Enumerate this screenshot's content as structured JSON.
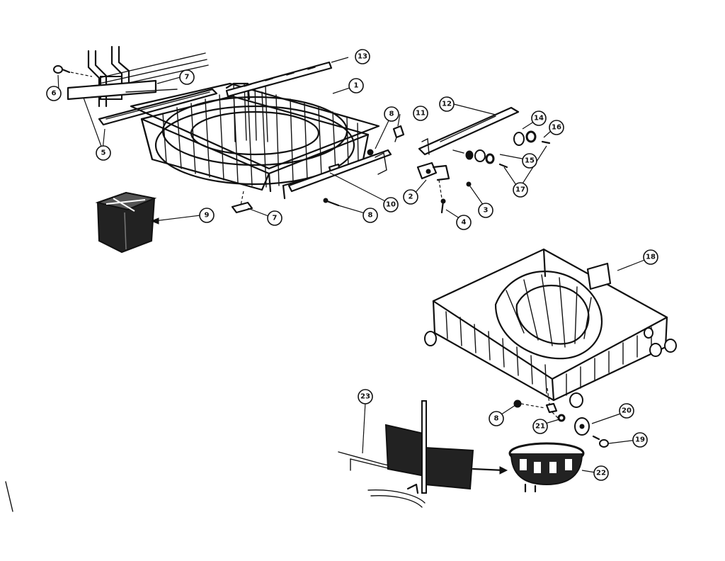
{
  "callouts": [
    {
      "id": "c1",
      "label": "1"
    },
    {
      "id": "c2",
      "label": "2"
    },
    {
      "id": "c3",
      "label": "3"
    },
    {
      "id": "c4",
      "label": "4"
    },
    {
      "id": "c5",
      "label": "5"
    },
    {
      "id": "c6",
      "label": "6"
    },
    {
      "id": "c7a",
      "label": "7"
    },
    {
      "id": "c7b",
      "label": "7"
    },
    {
      "id": "c8a",
      "label": "8"
    },
    {
      "id": "c8b",
      "label": "8"
    },
    {
      "id": "c8c",
      "label": "8"
    },
    {
      "id": "c9",
      "label": "9"
    },
    {
      "id": "c10",
      "label": "10"
    },
    {
      "id": "c11",
      "label": "11"
    },
    {
      "id": "c12",
      "label": "12"
    },
    {
      "id": "c13",
      "label": "13"
    },
    {
      "id": "c14",
      "label": "14"
    },
    {
      "id": "c15",
      "label": "15"
    },
    {
      "id": "c16",
      "label": "16"
    },
    {
      "id": "c17",
      "label": "17"
    },
    {
      "id": "c18",
      "label": "18"
    },
    {
      "id": "c19",
      "label": "19"
    },
    {
      "id": "c20",
      "label": "20"
    },
    {
      "id": "c21",
      "label": "21"
    },
    {
      "id": "c22",
      "label": "22"
    },
    {
      "id": "c23",
      "label": "23"
    }
  ]
}
